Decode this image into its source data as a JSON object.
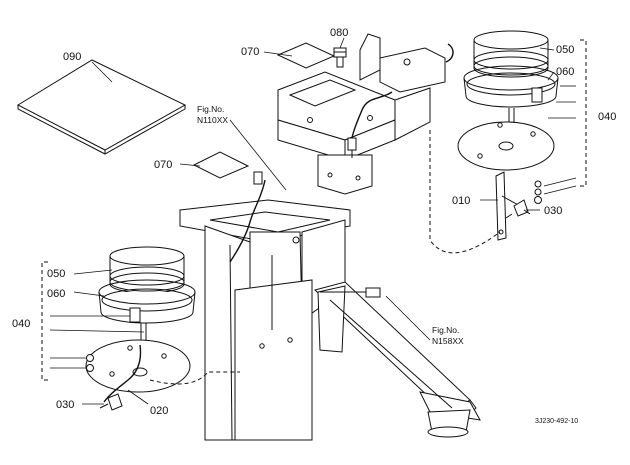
{
  "parts": {
    "p090": "090",
    "p070_top": "070",
    "p080": "080",
    "p050_r": "050",
    "p060_r": "060",
    "p040_r": "040",
    "p010": "010",
    "p030_r": "030",
    "p070_mid": "070",
    "p050_l": "050",
    "p060_l": "060",
    "p040_l": "040",
    "p030_l": "030",
    "p020": "020"
  },
  "refs": {
    "fig1_label": "Fig.No.",
    "fig1_num": "N110XX",
    "fig2_label": "Fig.No.",
    "fig2_num": "N158XX"
  },
  "drawing_code": "3J230-492-10"
}
